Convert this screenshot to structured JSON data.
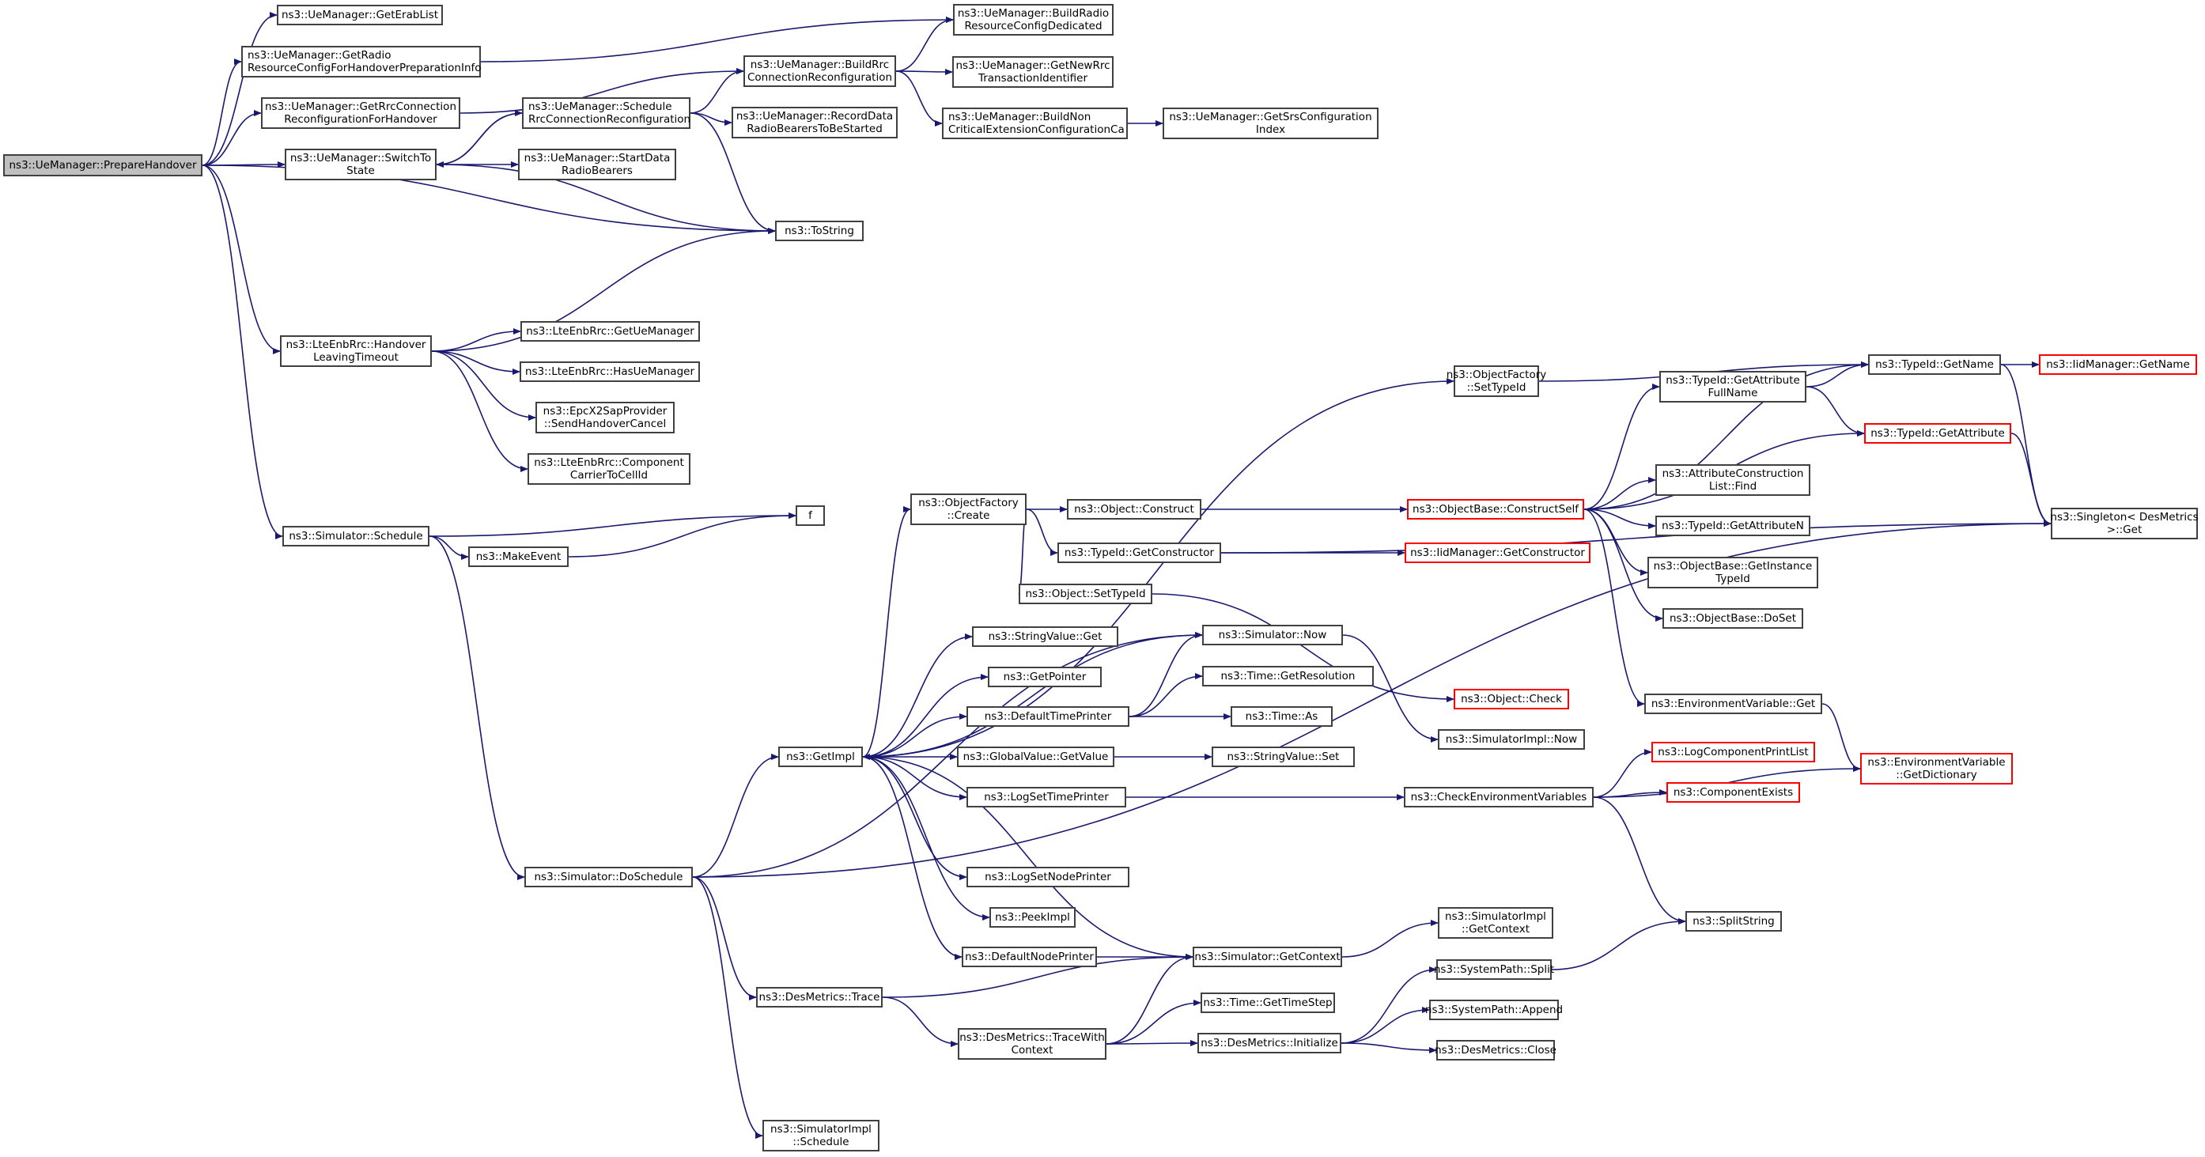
{
  "diagram": {
    "title": "call graph of ns3::UeManager::PrepareHandover",
    "colors": {
      "edge": "#191970",
      "border": "#404040",
      "root_fill": "#bfbfbf",
      "external_border": "#ff0000"
    },
    "nodes": [
      {
        "id": "prep",
        "label": "ns3::UeManager::PrepareHandover",
        "style": "root"
      },
      {
        "id": "erab",
        "label": "ns3::UeManager::GetErabList"
      },
      {
        "id": "radiocfg",
        "label": "ns3::UeManager::GetRadio\nResourceConfigForHandoverPreparationInfo",
        "align": "left"
      },
      {
        "id": "rrcho",
        "label": "ns3::UeManager::GetRrcConnection\nReconfigurationForHandover"
      },
      {
        "id": "switch",
        "label": "ns3::UeManager::SwitchTo\nState"
      },
      {
        "id": "sched",
        "label": "ns3::UeManager::Schedule\nRrcConnectionReconfiguration",
        "align": "left"
      },
      {
        "id": "buildrrc",
        "label": "ns3::UeManager::BuildRrc\nConnectionReconfiguration"
      },
      {
        "id": "buildradio",
        "label": "ns3::UeManager::BuildRadio\nResourceConfigDedicated"
      },
      {
        "id": "newrrc",
        "label": "ns3::UeManager::GetNewRrc\nTransactionIdentifier"
      },
      {
        "id": "record",
        "label": "ns3::UeManager::RecordData\nRadioBearersToBeStarted"
      },
      {
        "id": "buildnon",
        "label": "ns3::UeManager::BuildNon\nCriticalExtensionConfigurationCa",
        "align": "left"
      },
      {
        "id": "srs",
        "label": "ns3::UeManager::GetSrsConfiguration\nIndex"
      },
      {
        "id": "startdata",
        "label": "ns3::UeManager::StartData\nRadioBearers"
      },
      {
        "id": "tostring",
        "label": "ns3::ToString"
      },
      {
        "id": "leaving",
        "label": "ns3::LteEnbRrc::Handover\nLeavingTimeout"
      },
      {
        "id": "getue",
        "label": "ns3::LteEnbRrc::GetUeManager"
      },
      {
        "id": "hasue",
        "label": "ns3::LteEnbRrc::HasUeManager"
      },
      {
        "id": "x2cancel",
        "label": "ns3::EpcX2SapProvider\n::SendHandoverCancel"
      },
      {
        "id": "cc2cell",
        "label": "ns3::LteEnbRrc::Component\nCarrierToCellId"
      },
      {
        "id": "simsched",
        "label": "ns3::Simulator::Schedule"
      },
      {
        "id": "f",
        "label": "f"
      },
      {
        "id": "makeevent",
        "label": "ns3::MakeEvent"
      },
      {
        "id": "dosched",
        "label": "ns3::Simulator::DoSchedule"
      },
      {
        "id": "getimpl",
        "label": "ns3::GetImpl"
      },
      {
        "id": "ofcreate",
        "label": "ns3::ObjectFactory\n::Create"
      },
      {
        "id": "ofsettid",
        "label": "ns3::ObjectFactory\n::SetTypeId"
      },
      {
        "id": "objconstruct",
        "label": "ns3::Object::Construct"
      },
      {
        "id": "getctor",
        "label": "ns3::TypeId::GetConstructor"
      },
      {
        "id": "objsettid",
        "label": "ns3::Object::SetTypeId"
      },
      {
        "id": "constructself",
        "label": "ns3::ObjectBase::ConstructSelf",
        "style": "red"
      },
      {
        "id": "iidgetctor",
        "label": "ns3::IidManager::GetConstructor",
        "style": "red"
      },
      {
        "id": "attrfull",
        "label": "ns3::TypeId::GetAttribute\nFullName"
      },
      {
        "id": "tidgetname",
        "label": "ns3::TypeId::GetName"
      },
      {
        "id": "iidgetname",
        "label": "ns3::IidManager::GetName",
        "style": "red"
      },
      {
        "id": "tidgetattr",
        "label": "ns3::TypeId::GetAttribute",
        "style": "red"
      },
      {
        "id": "acfind",
        "label": "ns3::AttributeConstruction\nList::Find"
      },
      {
        "id": "getattrn",
        "label": "ns3::TypeId::GetAttributeN"
      },
      {
        "id": "getinst",
        "label": "ns3::ObjectBase::GetInstance\nTypeId"
      },
      {
        "id": "doset",
        "label": "ns3::ObjectBase::DoSet"
      },
      {
        "id": "singleton",
        "label": "ns3::Singleton< DesMetrics\n>::Get"
      },
      {
        "id": "objcheck",
        "label": "ns3::Object::Check",
        "style": "red"
      },
      {
        "id": "envget",
        "label": "ns3::EnvironmentVariable::Get"
      },
      {
        "id": "envdict",
        "label": "ns3::EnvironmentVariable\n::GetDictionary",
        "style": "red"
      },
      {
        "id": "strget",
        "label": "ns3::StringValue::Get"
      },
      {
        "id": "simnow",
        "label": "ns3::Simulator::Now"
      },
      {
        "id": "getpointer",
        "label": "ns3::GetPointer"
      },
      {
        "id": "timeres",
        "label": "ns3::Time::GetResolution"
      },
      {
        "id": "deftime",
        "label": "ns3::DefaultTimePrinter"
      },
      {
        "id": "timeas",
        "label": "ns3::Time::As"
      },
      {
        "id": "implnow",
        "label": "ns3::SimulatorImpl::Now"
      },
      {
        "id": "gvget",
        "label": "ns3::GlobalValue::GetValue"
      },
      {
        "id": "strset",
        "label": "ns3::StringValue::Set"
      },
      {
        "id": "logtime",
        "label": "ns3::LogSetTimePrinter"
      },
      {
        "id": "checkenv",
        "label": "ns3::CheckEnvironmentVariables"
      },
      {
        "id": "logprint",
        "label": "ns3::LogComponentPrintList",
        "style": "red"
      },
      {
        "id": "compexists",
        "label": "ns3::ComponentExists",
        "style": "red"
      },
      {
        "id": "lognode",
        "label": "ns3::LogSetNodePrinter"
      },
      {
        "id": "peekimpl",
        "label": "ns3::PeekImpl"
      },
      {
        "id": "splitstring",
        "label": "ns3::SplitString"
      },
      {
        "id": "defnode",
        "label": "ns3::DefaultNodePrinter"
      },
      {
        "id": "getcontext",
        "label": "ns3::Simulator::GetContext"
      },
      {
        "id": "implctx",
        "label": "ns3::SimulatorImpl\n::GetContext"
      },
      {
        "id": "dmtrace",
        "label": "ns3::DesMetrics::Trace"
      },
      {
        "id": "spsplit",
        "label": "ns3::SystemPath::Split"
      },
      {
        "id": "timestep",
        "label": "ns3::Time::GetTimeStep"
      },
      {
        "id": "tracewith",
        "label": "ns3::DesMetrics::TraceWith\nContext"
      },
      {
        "id": "dminit",
        "label": "ns3::DesMetrics::Initialize"
      },
      {
        "id": "spappend",
        "label": "ns3::SystemPath::Append"
      },
      {
        "id": "dmclose",
        "label": "ns3::DesMetrics::Close"
      },
      {
        "id": "implsched",
        "label": "ns3::SimulatorImpl\n::Schedule"
      }
    ],
    "edges": [
      [
        "prep",
        "erab"
      ],
      [
        "prep",
        "radiocfg"
      ],
      [
        "prep",
        "rrcho"
      ],
      [
        "prep",
        "switch"
      ],
      [
        "prep",
        "tostring"
      ],
      [
        "prep",
        "leaving"
      ],
      [
        "prep",
        "simsched"
      ],
      [
        "radiocfg",
        "buildradio"
      ],
      [
        "rrcho",
        "buildrrc"
      ],
      [
        "switch",
        "sched"
      ],
      [
        "switch",
        "startdata"
      ],
      [
        "switch",
        "tostring"
      ],
      [
        "sched",
        "switch"
      ],
      [
        "sched",
        "buildrrc"
      ],
      [
        "sched",
        "record"
      ],
      [
        "sched",
        "tostring"
      ],
      [
        "buildrrc",
        "buildradio"
      ],
      [
        "buildrrc",
        "newrrc"
      ],
      [
        "buildrrc",
        "buildnon"
      ],
      [
        "buildnon",
        "srs"
      ],
      [
        "leaving",
        "tostring"
      ],
      [
        "leaving",
        "getue"
      ],
      [
        "leaving",
        "hasue"
      ],
      [
        "leaving",
        "x2cancel"
      ],
      [
        "leaving",
        "cc2cell"
      ],
      [
        "simsched",
        "f"
      ],
      [
        "simsched",
        "makeevent"
      ],
      [
        "simsched",
        "dosched"
      ],
      [
        "makeevent",
        "f"
      ],
      [
        "dosched",
        "getimpl"
      ],
      [
        "dosched",
        "simnow"
      ],
      [
        "dosched",
        "dmtrace"
      ],
      [
        "dosched",
        "implsched"
      ],
      [
        "dosched",
        "singleton"
      ],
      [
        "getimpl",
        "ofsettid"
      ],
      [
        "getimpl",
        "ofcreate"
      ],
      [
        "getimpl",
        "simnow"
      ],
      [
        "getimpl",
        "strget"
      ],
      [
        "getimpl",
        "getpointer"
      ],
      [
        "getimpl",
        "deftime"
      ],
      [
        "getimpl",
        "gvget"
      ],
      [
        "getimpl",
        "logtime"
      ],
      [
        "getimpl",
        "lognode"
      ],
      [
        "getimpl",
        "peekimpl"
      ],
      [
        "getimpl",
        "defnode"
      ],
      [
        "getcontext",
        "getimpl"
      ],
      [
        "ofsettid",
        "tidgetname"
      ],
      [
        "ofcreate",
        "objconstruct"
      ],
      [
        "ofcreate",
        "getctor"
      ],
      [
        "ofcreate",
        "objsettid"
      ],
      [
        "objconstruct",
        "constructself"
      ],
      [
        "getctor",
        "iidgetctor"
      ],
      [
        "getctor",
        "singleton"
      ],
      [
        "objsettid",
        "objcheck"
      ],
      [
        "constructself",
        "tidgetname"
      ],
      [
        "constructself",
        "attrfull"
      ],
      [
        "constructself",
        "tidgetattr"
      ],
      [
        "constructself",
        "acfind"
      ],
      [
        "constructself",
        "getattrn"
      ],
      [
        "constructself",
        "getinst"
      ],
      [
        "constructself",
        "doset"
      ],
      [
        "constructself",
        "envget"
      ],
      [
        "attrfull",
        "tidgetname"
      ],
      [
        "attrfull",
        "tidgetattr"
      ],
      [
        "tidgetname",
        "iidgetname"
      ],
      [
        "tidgetname",
        "singleton"
      ],
      [
        "tidgetattr",
        "singleton"
      ],
      [
        "envget",
        "envdict"
      ],
      [
        "simnow",
        "implnow"
      ],
      [
        "deftime",
        "simnow"
      ],
      [
        "deftime",
        "timeres"
      ],
      [
        "deftime",
        "timeas"
      ],
      [
        "gvget",
        "strset"
      ],
      [
        "logtime",
        "checkenv"
      ],
      [
        "checkenv",
        "logprint"
      ],
      [
        "checkenv",
        "compexists"
      ],
      [
        "checkenv",
        "envdict"
      ],
      [
        "checkenv",
        "splitstring"
      ],
      [
        "defnode",
        "getcontext"
      ],
      [
        "getcontext",
        "implctx"
      ],
      [
        "dmtrace",
        "getcontext"
      ],
      [
        "dmtrace",
        "tracewith"
      ],
      [
        "tracewith",
        "getcontext"
      ],
      [
        "tracewith",
        "timestep"
      ],
      [
        "tracewith",
        "dminit"
      ],
      [
        "dminit",
        "spsplit"
      ],
      [
        "dminit",
        "spappend"
      ],
      [
        "dminit",
        "dmclose"
      ],
      [
        "spsplit",
        "splitstring"
      ]
    ]
  }
}
